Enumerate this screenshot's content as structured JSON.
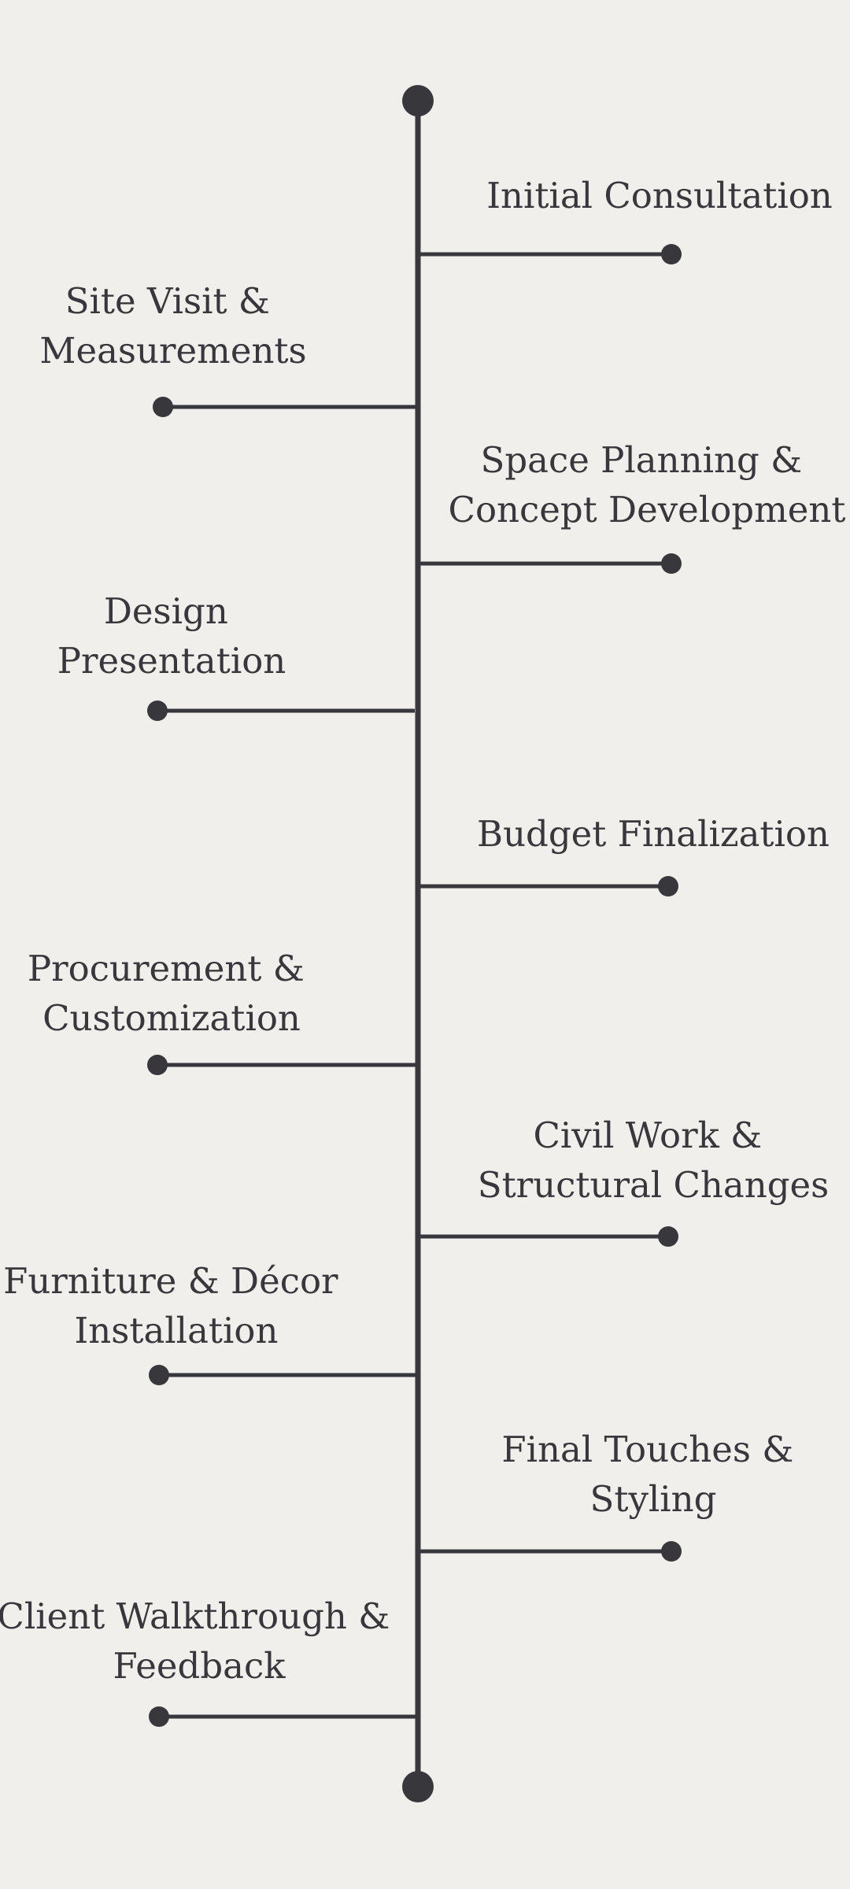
{
  "colors": {
    "background": "#f0efeb",
    "line": "#38373c",
    "text": "#38373c"
  },
  "steps": [
    {
      "side": "right",
      "lines": [
        "Initial Consultation"
      ]
    },
    {
      "side": "left",
      "lines": [
        "Site Visit &",
        "Measurements"
      ]
    },
    {
      "side": "right",
      "lines": [
        "Space Planning &",
        "Concept Development"
      ]
    },
    {
      "side": "left",
      "lines": [
        "Design",
        "Presentation"
      ]
    },
    {
      "side": "right",
      "lines": [
        "Budget Finalization"
      ]
    },
    {
      "side": "left",
      "lines": [
        "Procurement &",
        "Customization"
      ]
    },
    {
      "side": "right",
      "lines": [
        "Civil Work &",
        "Structural Changes"
      ]
    },
    {
      "side": "left",
      "lines": [
        "Furniture & Décor",
        "Installation"
      ]
    },
    {
      "side": "right",
      "lines": [
        "Final Touches &",
        "Styling"
      ]
    },
    {
      "side": "left",
      "lines": [
        "Client Walkthrough &",
        "Feedback"
      ]
    }
  ]
}
